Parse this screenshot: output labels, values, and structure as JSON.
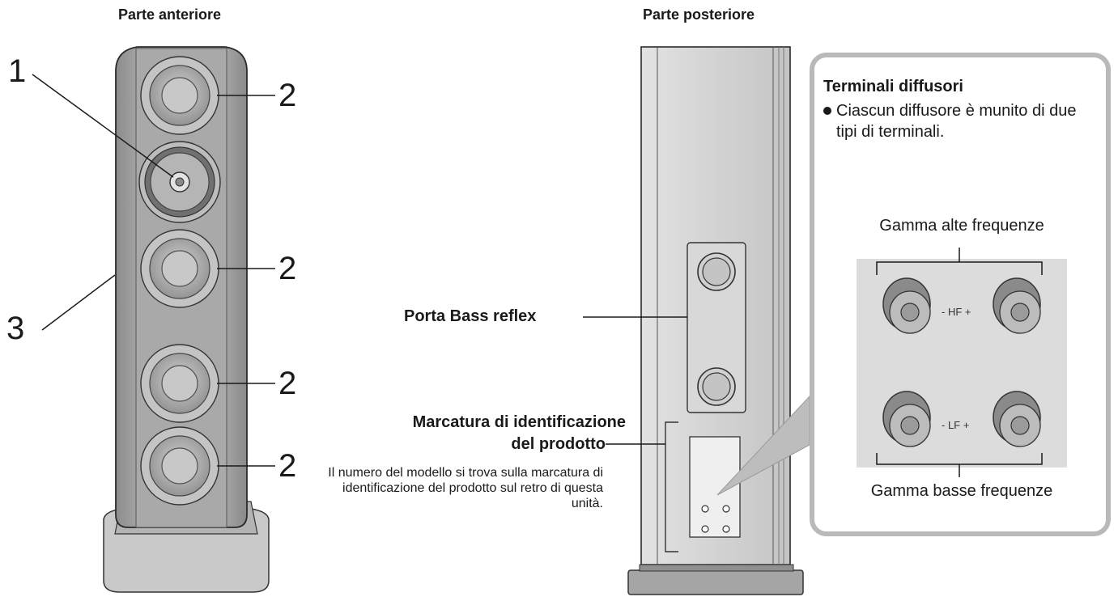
{
  "front": {
    "title": "Parte anteriore",
    "callouts": [
      "1",
      "2",
      "2",
      "2",
      "2",
      "3"
    ]
  },
  "rear": {
    "title": "Parte posteriore",
    "bass_reflex_label": "Porta Bass reflex",
    "id_mark_label_line1": "Marcatura di identificazione",
    "id_mark_label_line2": "del prodotto",
    "id_mark_note": "Il numero del modello si trova sulla marcatura di identificazione del prodotto sul retro di questa unità."
  },
  "terminals": {
    "title": "Terminali diffusori",
    "bullet": "Ciascun diffusore è munito di due tipi di terminali.",
    "high_range": "Gamma alte frequenze",
    "low_range": "Gamma basse frequenze",
    "hf_marking": "-  HF  +",
    "lf_marking": "-  LF  +"
  },
  "colors": {
    "speaker_body": "#9a9a9a",
    "speaker_dark": "#7f7f7f",
    "rear_body": "#cfcfcf",
    "panel_border": "#b9b9b9",
    "terminal_bg": "#dcdcdc"
  }
}
